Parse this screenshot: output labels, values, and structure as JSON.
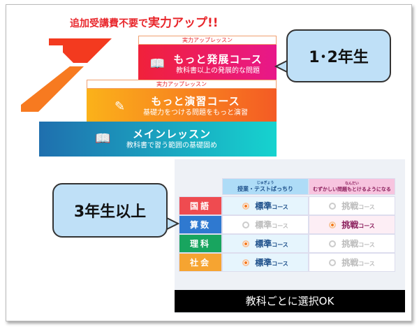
{
  "top_panel": {
    "headline_prefix": "追加受講費不要で",
    "headline_emph": "実力アップ!!",
    "tiers": [
      {
        "tag": "実力アップレッスン",
        "title": "もっと発展コース",
        "subtitle": "教科書以上の発展的な問題",
        "icon": "reading-person-icon",
        "colors": [
          "#f0213a",
          "#e8188a"
        ]
      },
      {
        "tag": "実力アップレッスン",
        "title": "もっと演習コース",
        "subtitle": "基礎力をつける問題をもっと演習",
        "icon": "pencil-icon",
        "colors": [
          "#fbb21a",
          "#f45b24"
        ]
      },
      {
        "title": "メインレッスン",
        "subtitle": "教科書で習う範囲の基礎固め",
        "icon": "book-icon",
        "colors": [
          "#1f6fae",
          "#16d3cf"
        ]
      }
    ]
  },
  "callouts": {
    "upper": "1･2年生",
    "lower": "3年生以上"
  },
  "course_table": {
    "headers": [
      {
        "ruby": "じゅぎょう",
        "label": "授業・テストばっちり"
      },
      {
        "ruby": "なんだい",
        "label": "むずかしい問題もとけるようになる"
      }
    ],
    "course_names": {
      "standard": "標準",
      "challenge": "挑戦",
      "suffix": "コース"
    },
    "rows": [
      {
        "subject": "国語",
        "color": "#ef4b50",
        "selected": "standard"
      },
      {
        "subject": "算数",
        "color": "#2f79d0",
        "selected": "challenge"
      },
      {
        "subject": "理科",
        "color": "#18a55f",
        "selected": "standard"
      },
      {
        "subject": "社会",
        "color": "#f6a431",
        "selected": "standard"
      }
    ],
    "caption": "教科ごとに選択OK"
  }
}
